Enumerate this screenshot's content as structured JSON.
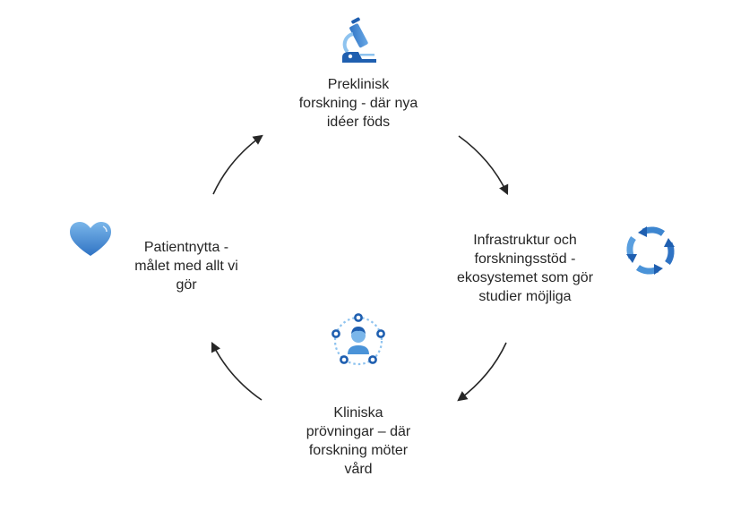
{
  "diagram": {
    "type": "cycle",
    "nodes": [
      {
        "id": "preclinical",
        "label_lines": [
          "Preklinisk",
          "forskning - där nya",
          "idéer föds"
        ],
        "icon": "microscope-icon"
      },
      {
        "id": "infrastructure",
        "label_lines": [
          "Infrastruktur och",
          "forskningsstöd -",
          "ekosystemet som gör",
          "studier möjliga"
        ],
        "icon": "cycle-arrows-icon"
      },
      {
        "id": "clinical",
        "label_lines": [
          "Kliniska",
          "prövningar – där",
          "forskning möter",
          "vård"
        ],
        "icon": "patient-network-icon"
      },
      {
        "id": "patient",
        "label_lines": [
          "Patientnytta -",
          "målet med allt vi",
          "gör"
        ],
        "icon": "heart-icon"
      }
    ],
    "edges": [
      {
        "from": "preclinical",
        "to": "infrastructure"
      },
      {
        "from": "infrastructure",
        "to": "clinical"
      },
      {
        "from": "clinical",
        "to": "patient"
      },
      {
        "from": "patient",
        "to": "preclinical"
      }
    ],
    "colors": {
      "icon_dark": "#1f5fb0",
      "icon_light": "#8ec3ef",
      "arrow": "#262626",
      "text": "#262626"
    }
  }
}
